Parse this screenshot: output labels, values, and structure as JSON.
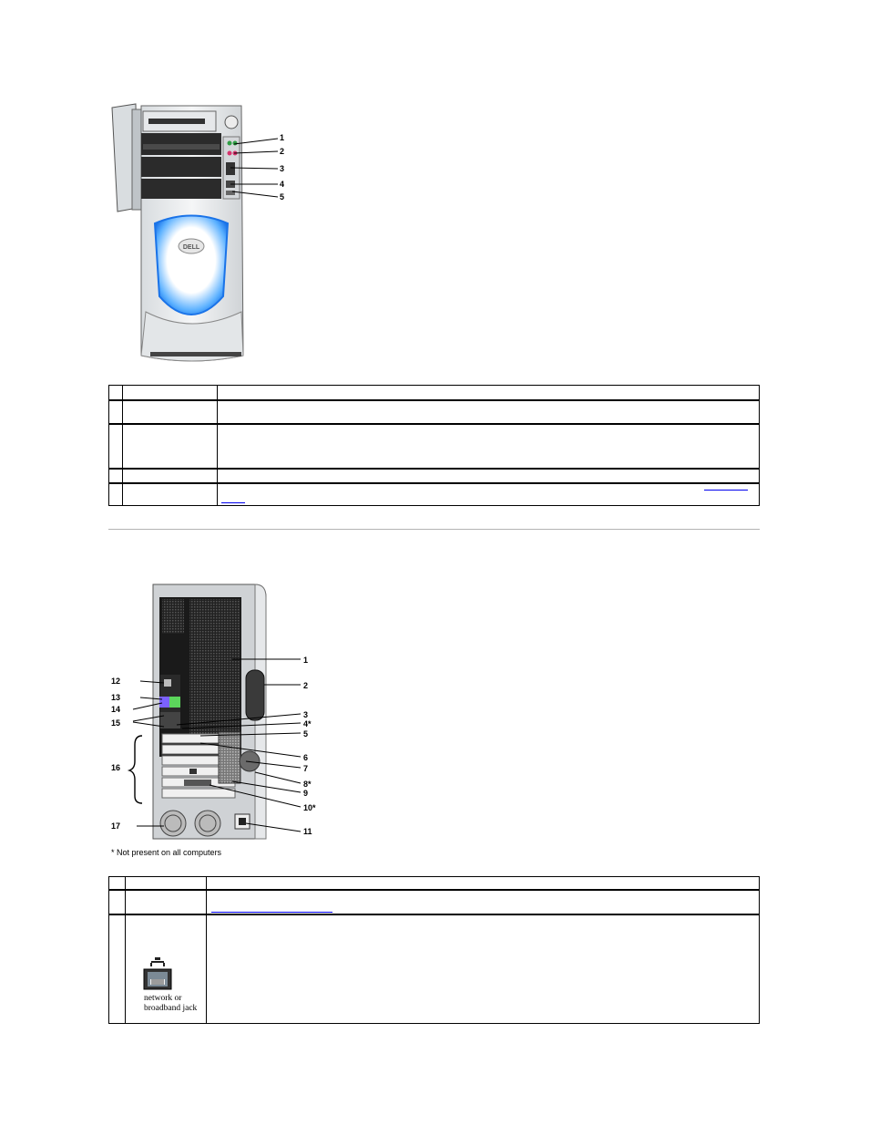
{
  "front_figure": {
    "callouts": [
      "1",
      "2",
      "3",
      "4",
      "5"
    ],
    "logo_text": "DELL"
  },
  "front_table": {
    "rows": 5,
    "last_row_link": ""
  },
  "back_figure": {
    "callouts_right": [
      "1",
      "2",
      "3",
      "4*",
      "5",
      "6",
      "7",
      "8*",
      "9",
      "10*",
      "11"
    ],
    "callouts_left": [
      "12",
      "13",
      "14",
      "15",
      "16",
      "17"
    ],
    "footnote": "* Not present on all computers"
  },
  "back_table": {
    "rows": 3,
    "jack_caption_line1": "network or",
    "jack_caption_line2": "broadband jack",
    "row2_link": ""
  }
}
